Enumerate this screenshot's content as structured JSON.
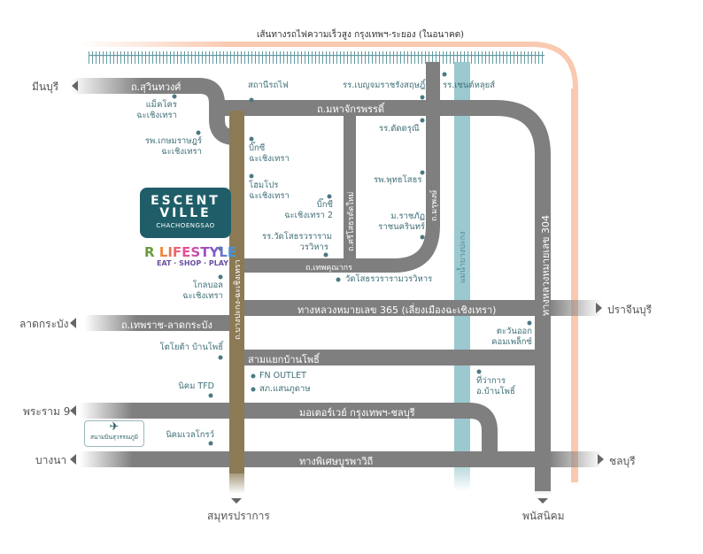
{
  "map": {
    "title": "เส้นทางรถไฟความเร็วสูง กรุงเทพฯ-ระยอง (ในอนาคต)",
    "colors": {
      "road": "#7f7f7f",
      "main_road": "#8c7a55",
      "river": "#9cc8d0",
      "rail_future": "#f9c9b0",
      "rail_track": "#4f8f97",
      "poi_text": "#3f6f78",
      "logo_bg": "#1f5e68"
    },
    "roads": {
      "suwinthawong": "ถ.สุวินทวงศ์",
      "mahachakkraphat": "ถ.มหาจักรพรรดิ์",
      "srisothon_new": "ถ.ศรีโสธรตัดใหม่",
      "maruphong": "ถ.มรุพงษ์",
      "thepkhunakorn": "ถ.เทพคุณากร",
      "bangpakong_chachoengsao": "ถ.บางปะกง-ฉะเชิงเทรา",
      "hwy_365": "ทางหลวงหมายเลข 365 (เลี่ยงเมืองฉะเชิงเทรา)",
      "theprat_latkrabang": "ถ.เทพราช-ลาดกระบัง",
      "samyaek_banpho": "สามแยกบ้านโพธิ์",
      "motorway": "มอเตอร์เวย์ กรุงเทพฯ-ชลบุรี",
      "burapha_withi": "ทางพิเศษบูรพาวิถี",
      "hwy_304": "ทางหลวงหมายเลข 304",
      "river": "แม่น้ำบางปะกง"
    },
    "destinations": {
      "minburi": "มีนบุรี",
      "latkrabang": "ลาดกระบัง",
      "rama9": "พระราม 9",
      "bangna": "บางนา",
      "prachinburi": "ปราจีนบุรี",
      "chonburi": "ชลบุรี",
      "samutprakan": "สมุทรปราการ",
      "phanatnikhom": "พนัสนิคม"
    },
    "pois": {
      "makro": [
        "แม็คโคร",
        "ฉะเชิงเทรา"
      ],
      "kasemrad": [
        "รพ.เกษมราษฎร์",
        "ฉะเชิงเทรา"
      ],
      "station": "สถานีรถไฟ",
      "benjama": "รร.เบญจมราชรังสฤษฎิ์",
      "st_louis": "รร.เซนต์หลุยส์",
      "datdaruni": "รร.ดัดดรุณี",
      "bigc1": [
        "บิ๊กซี",
        "ฉะเชิงเทรา"
      ],
      "homepro": [
        "โฮมโปร",
        "ฉะเชิงเทรา"
      ],
      "bigc2": [
        "บิ๊กซี",
        "ฉะเชิงเทรา 2"
      ],
      "phuttasothon": "รพ.พุทธโสธร",
      "rajabhat": [
        "ม.ราชภัฏ",
        "ราชนครินทร์"
      ],
      "wat_school": [
        "รร.วัดโสธรวราราม",
        "วรวิหาร"
      ],
      "wat_sothon": "วัดโสธรวรารามวรวิหาร",
      "robinson": "",
      "global": [
        "โกลบอล",
        "ฉะเชิงเทรา"
      ],
      "toyota": "โตโยต้า บ้านโพธิ์",
      "tawan_ok": [
        "ตะวันออก",
        "คอมเพล็กซ์"
      ],
      "fn_outlet": "FN OUTLET",
      "police": "สภ.แสนภูดาษ",
      "amphoe": [
        "ที่ว่าการ",
        "อ.บ้านโพธิ์"
      ],
      "tfd": "นิคม TFD",
      "wellgrow": "นิคมเวลโกรว์"
    },
    "logo": {
      "line1": "ESCENT",
      "line2": "VILLE",
      "line3": "CHACHOENGSAO"
    },
    "lifestyle": {
      "r": "R",
      "word": "LIFESTYLE",
      "tagline": "EAT · SHOP · PLAY"
    },
    "airport": {
      "icon": "airplane-icon",
      "label": "สนามบินสุวรรณภูมิ"
    }
  }
}
